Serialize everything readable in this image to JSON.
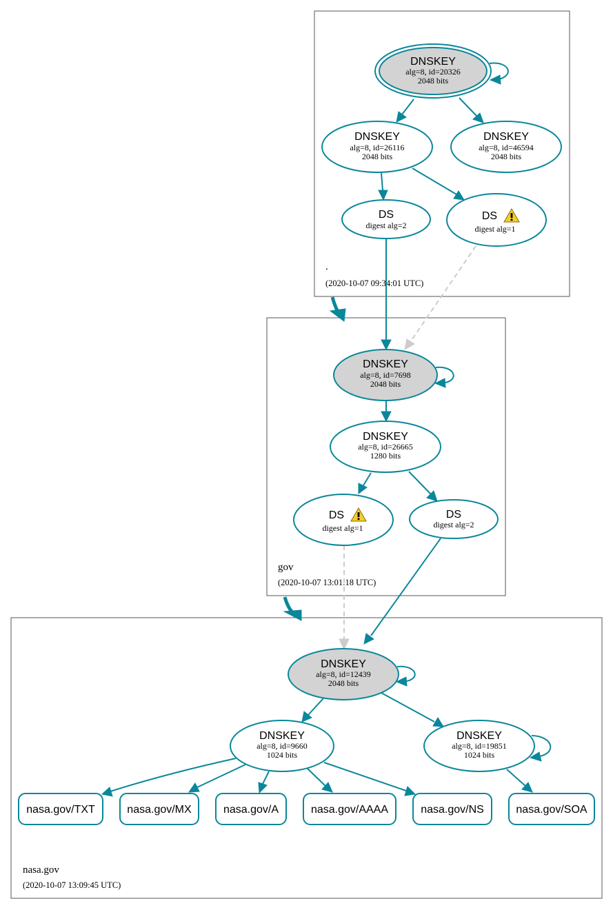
{
  "zones": {
    "root": {
      "name": ".",
      "timestamp": "(2020-10-07 09:34:01 UTC)"
    },
    "gov": {
      "name": "gov",
      "timestamp": "(2020-10-07 13:01:18 UTC)"
    },
    "nasa": {
      "name": "nasa.gov",
      "timestamp": "(2020-10-07 13:09:45 UTC)"
    }
  },
  "nodes": {
    "root_ksk": {
      "type": "DNSKEY",
      "detail": "alg=8, id=20326",
      "bits": "2048 bits"
    },
    "root_zsk1": {
      "type": "DNSKEY",
      "detail": "alg=8, id=26116",
      "bits": "2048 bits"
    },
    "root_zsk2": {
      "type": "DNSKEY",
      "detail": "alg=8, id=46594",
      "bits": "2048 bits"
    },
    "root_ds2": {
      "type": "DS",
      "detail": "digest alg=2"
    },
    "root_ds1": {
      "type": "DS",
      "detail": "digest alg=1"
    },
    "gov_ksk": {
      "type": "DNSKEY",
      "detail": "alg=8, id=7698",
      "bits": "2048 bits"
    },
    "gov_zsk": {
      "type": "DNSKEY",
      "detail": "alg=8, id=26665",
      "bits": "1280 bits"
    },
    "gov_ds1": {
      "type": "DS",
      "detail": "digest alg=1"
    },
    "gov_ds2": {
      "type": "DS",
      "detail": "digest alg=2"
    },
    "nasa_ksk": {
      "type": "DNSKEY",
      "detail": "alg=8, id=12439",
      "bits": "2048 bits"
    },
    "nasa_zsk1": {
      "type": "DNSKEY",
      "detail": "alg=8, id=9660",
      "bits": "1024 bits"
    },
    "nasa_zsk2": {
      "type": "DNSKEY",
      "detail": "alg=8, id=19851",
      "bits": "1024 bits"
    }
  },
  "rrsets": [
    "nasa.gov/TXT",
    "nasa.gov/MX",
    "nasa.gov/A",
    "nasa.gov/AAAA",
    "nasa.gov/NS",
    "nasa.gov/SOA"
  ],
  "colors": {
    "edge": "#0a879a",
    "insecure_edge": "#cccccc",
    "ksk_fill": "#d3d3d3",
    "node_fill": "#ffffff",
    "warning": "#f4cf2a"
  }
}
